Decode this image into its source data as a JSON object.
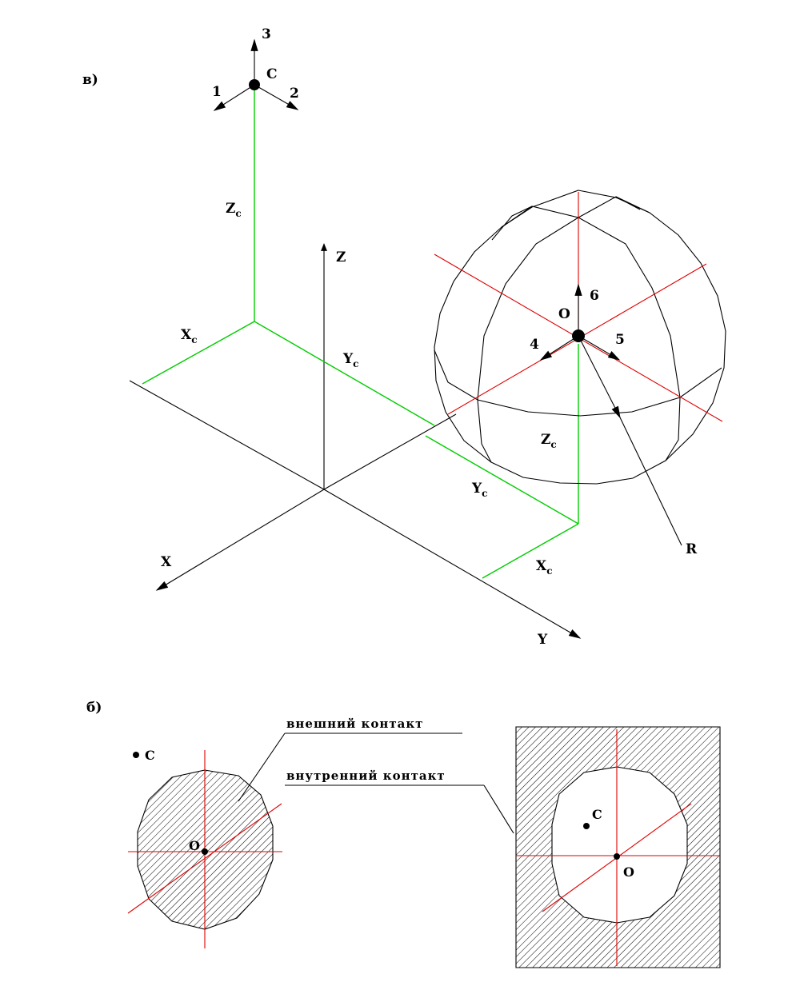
{
  "labels": {
    "part_a": "в)",
    "part_b": "б)",
    "axis_x": "X",
    "axis_y": "Y",
    "axis_z": "Z",
    "center_c": "C",
    "center_o": "O",
    "radius": "R",
    "xc": "X",
    "yc": "Y",
    "zc": "Z",
    "sub_c": "c",
    "dir_1": "1",
    "dir_2": "2",
    "dir_3": "3",
    "dir_4": "4",
    "dir_5": "5",
    "dir_6": "6",
    "outer_contact": "внешний  контакт",
    "inner_contact": "внутренний  контакт"
  },
  "colors": {
    "axes": "#000000",
    "coordinate_lines": "#00cc00",
    "center_lines": "#e00000",
    "hatch": "#000000"
  }
}
